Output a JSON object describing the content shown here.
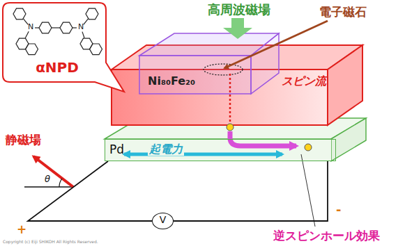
{
  "diagram": {
    "nodes": [
      {
        "text": [
          "αNPD"
        ]
      },
      {
        "text": [
          "Pd"
        ]
      },
      {
        "text": [
          "V"
        ]
      }
    ],
    "edges": [
      {
        "from": 1,
        "to": 2,
        "arrow": "none"
      },
      {
        "from": 2,
        "to": 1,
        "arrow": "none"
      }
    ],
    "labels": [
      "高周波磁場",
      "電子磁石",
      "Ni₈₀Fe₂₀",
      "スピン流",
      "静磁場",
      "θ",
      "起電力",
      "+",
      "-",
      "逆スピンホール効果",
      "Copyright (c) Eiji SHIKOH All Rights Reserved.",
      "N",
      "N"
    ]
  }
}
